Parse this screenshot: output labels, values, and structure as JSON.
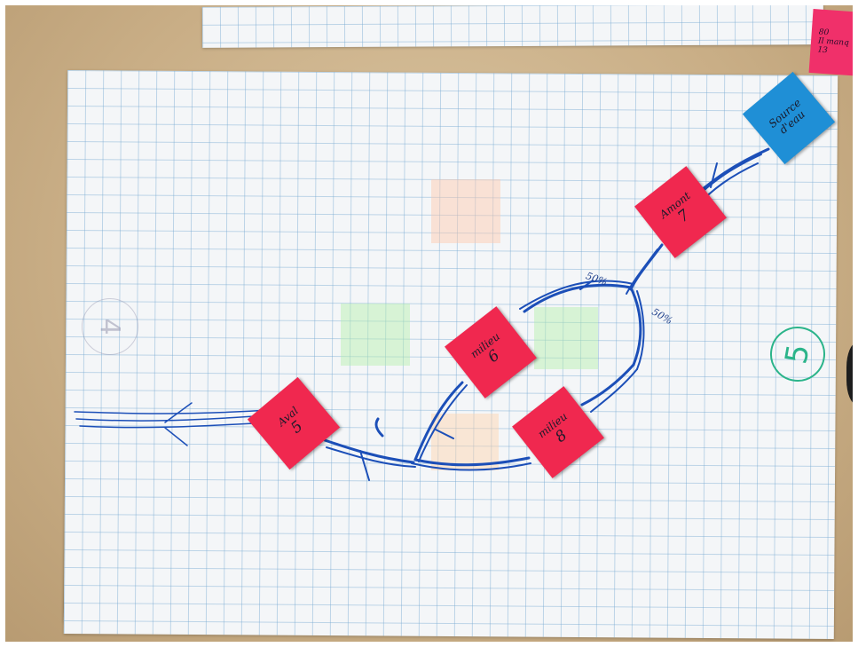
{
  "notes": {
    "source": {
      "label": "Source\nd'eau",
      "color": "#1f8fd6"
    },
    "amont": {
      "label": "Amont",
      "number": "7",
      "color": "#f0284f"
    },
    "milieu6": {
      "label": "milieu",
      "number": "6",
      "color": "#f0284f"
    },
    "milieu8": {
      "label": "milieu",
      "number": "8",
      "color": "#f0284f"
    },
    "aval": {
      "label": "Aval",
      "number": "5",
      "color": "#f0284f"
    }
  },
  "annotations": {
    "pct_upper": "50%",
    "pct_right": "50%",
    "group_number": "5",
    "faint_number": "4"
  },
  "corner_note": {
    "line1": "80",
    "line2": "Il manq",
    "line3": "13"
  },
  "colors": {
    "ink": "#1c4fb8",
    "paper": "#f4f6f8",
    "grid": "#78aad2",
    "table": "#c9ae86",
    "green_marker": "#2bb48a"
  }
}
